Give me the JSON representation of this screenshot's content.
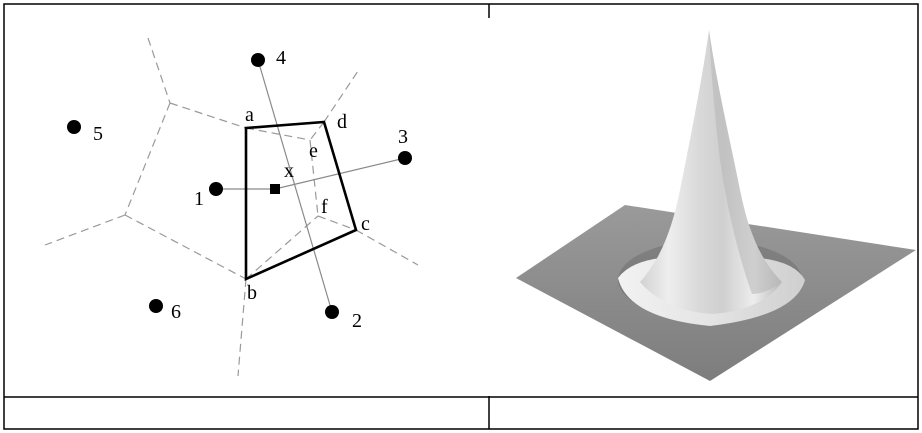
{
  "voronoi_diagram": {
    "sites": [
      {
        "id": "1",
        "label": "1"
      },
      {
        "id": "2",
        "label": "2"
      },
      {
        "id": "3",
        "label": "3"
      },
      {
        "id": "4",
        "label": "4"
      },
      {
        "id": "5",
        "label": "5"
      },
      {
        "id": "6",
        "label": "6"
      }
    ],
    "vertices": [
      {
        "id": "a",
        "label": "a"
      },
      {
        "id": "b",
        "label": "b"
      },
      {
        "id": "c",
        "label": "c"
      },
      {
        "id": "d",
        "label": "d"
      },
      {
        "id": "e",
        "label": "e"
      },
      {
        "id": "f",
        "label": "f"
      }
    ],
    "query_point": {
      "label": "x"
    }
  },
  "surface_plot": {
    "surface_color": "#c8c8c8",
    "base_color": "#8c8c8c"
  },
  "colors": {
    "ink": "#000000",
    "dashed": "#999999",
    "thin_line": "#888888",
    "table_border": "#000000"
  }
}
